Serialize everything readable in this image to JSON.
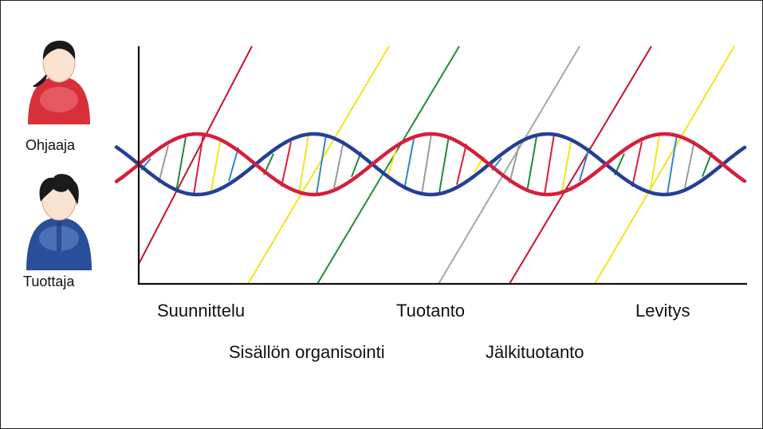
{
  "roles": [
    {
      "label": "Ohjaaja",
      "color": "#d8303a",
      "hair": "long-ponytail"
    },
    {
      "label": "Tuottaja",
      "color": "#2a4f9a",
      "hair": "short-messy"
    }
  ],
  "phases_top": [
    "Suunnittelu",
    "Tuotanto",
    "Levitys"
  ],
  "phases_bottom": [
    "Sisällön organisointi",
    "Jälkituotanto"
  ],
  "colors": {
    "strand_a": "#243f95",
    "strand_b": "#d61e3c",
    "rungs": [
      "#2f86c7",
      "#9a9a9a",
      "#1f8a3c",
      "#d61e3c",
      "#f2e51b"
    ],
    "diagonals": [
      "#c8102e",
      "#f2e51b",
      "#1f8a3c",
      "#a6a6a6",
      "#c8102e",
      "#f2e51b"
    ]
  }
}
